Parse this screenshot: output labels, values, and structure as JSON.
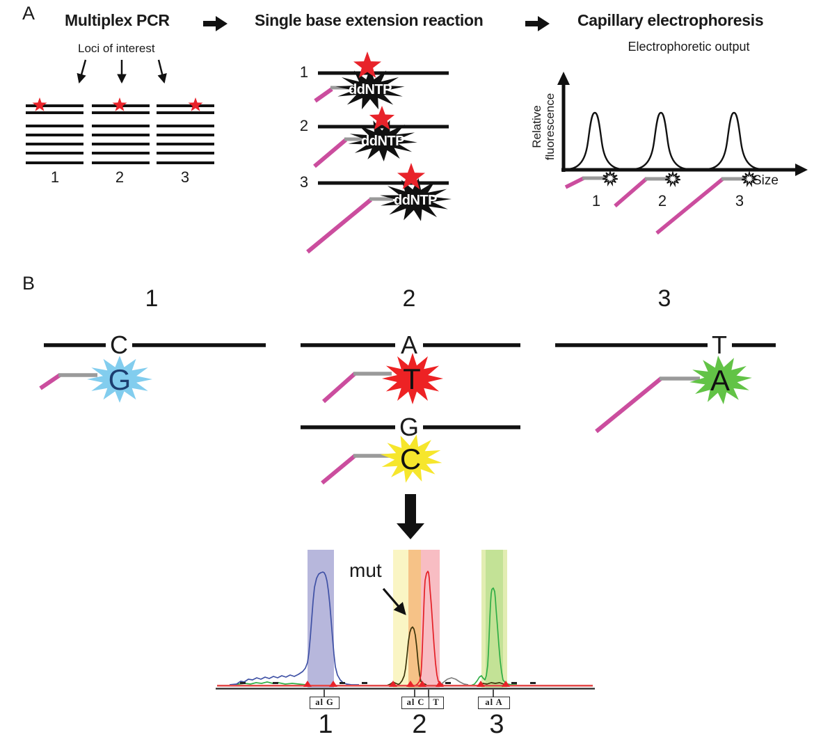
{
  "figure": {
    "panel_a_label": "A",
    "panel_b_label": "B"
  },
  "panel_a": {
    "step1_title": "Multiplex PCR",
    "step2_title": "Single base extension reaction",
    "step3_title": "Capillary electrophoresis",
    "loci_caption": "Loci of interest",
    "pcr_group_numbers": [
      "1",
      "2",
      "3"
    ],
    "sbe_reaction_numbers": [
      "1",
      "2",
      "3"
    ],
    "ddntp_label": "ddNTP",
    "chart": {
      "subtitle": "Electrophoretic output",
      "y_axis_label_line1": "Relative",
      "y_axis_label_line2": "fluorescence",
      "x_axis_label": "Size",
      "lane_numbers": [
        "1",
        "2",
        "3"
      ]
    }
  },
  "panel_b": {
    "locus_numbers": [
      "1",
      "2",
      "3"
    ],
    "pairs": [
      {
        "template_base": "C",
        "primer_base": "G"
      },
      {
        "template_base": "A",
        "primer_base": "T"
      },
      {
        "template_base": "G",
        "primer_base": "C"
      },
      {
        "template_base": "T",
        "primer_base": "A"
      }
    ],
    "electropherogram": {
      "mut_label": "mut",
      "allele_box_1": "al G",
      "allele_box_2": "al C",
      "allele_box_3": "T",
      "allele_box_4": "al A",
      "lane_numbers": [
        "1",
        "2",
        "3"
      ]
    }
  },
  "colors": {
    "black": "#111111",
    "red": "#e8232a",
    "pink_primer": "#cb4d9e",
    "gray_primer": "#9a9a9a",
    "burst_blue": "#82cdee",
    "burst_red": "#ed2224",
    "burst_yellow": "#f6e62c",
    "burst_green": "#62c346",
    "letter_navy": "#1c3e70",
    "band_blue": "#b7b7dc",
    "band_yellow": "#faf5c4",
    "band_orange": "#f6c287",
    "band_pink": "#f8bdc3",
    "band_green_outer": "#e2edb2",
    "band_green_inner": "#c3e296",
    "trace_blue": "#3f51a5",
    "trace_red": "#e41e25",
    "trace_dark": "#3a3208",
    "trace_green": "#2fad45",
    "trace_gray": "#7d7d7d",
    "baseline_red": "#e34b4b"
  }
}
